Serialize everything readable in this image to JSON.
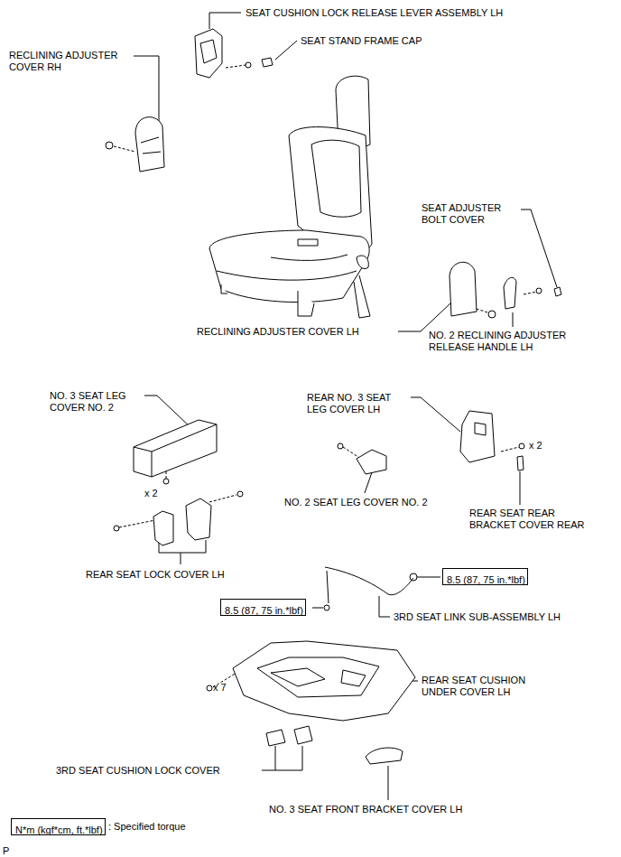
{
  "diagram": {
    "nodes": [
      {
        "text": [
          "8.5 (87, 75 in.*lbf)"
        ]
      },
      {
        "text": [
          "8.5 (87, 75 in.*lbf)"
        ]
      },
      {
        "text": [
          "N*m (kgf*cm, ft.*lbf)"
        ]
      }
    ],
    "labels": [
      "SEAT CUSHION LOCK RELEASE LEVER ASSEMBLY LH",
      "SEAT STAND FRAME CAP",
      "RECLINING ADJUSTER COVER RH",
      "SEAT ADJUSTER BOLT COVER",
      "RECLINING ADJUSTER COVER LH",
      "NO. 2 RECLINING ADJUSTER RELEASE HANDLE LH",
      "NO. 3 SEAT LEG COVER NO. 2",
      "REAR NO. 3 SEAT LEG COVER LH",
      "x 2",
      "x 2",
      "NO. 2 SEAT LEG COVER NO. 2",
      "REAR SEAT REAR BRACKET COVER REAR",
      "REAR SEAT LOCK COVER LH",
      "3RD SEAT LINK SUB-ASSEMBLY LH",
      "x 7",
      "REAR SEAT CUSHION UNDER COVER LH",
      "3RD SEAT CUSHION LOCK COVER",
      "NO. 3 SEAT FRONT BRACKET COVER LH",
      "P"
    ],
    "legend": [
      {
        "text": ": Specified torque"
      }
    ]
  }
}
